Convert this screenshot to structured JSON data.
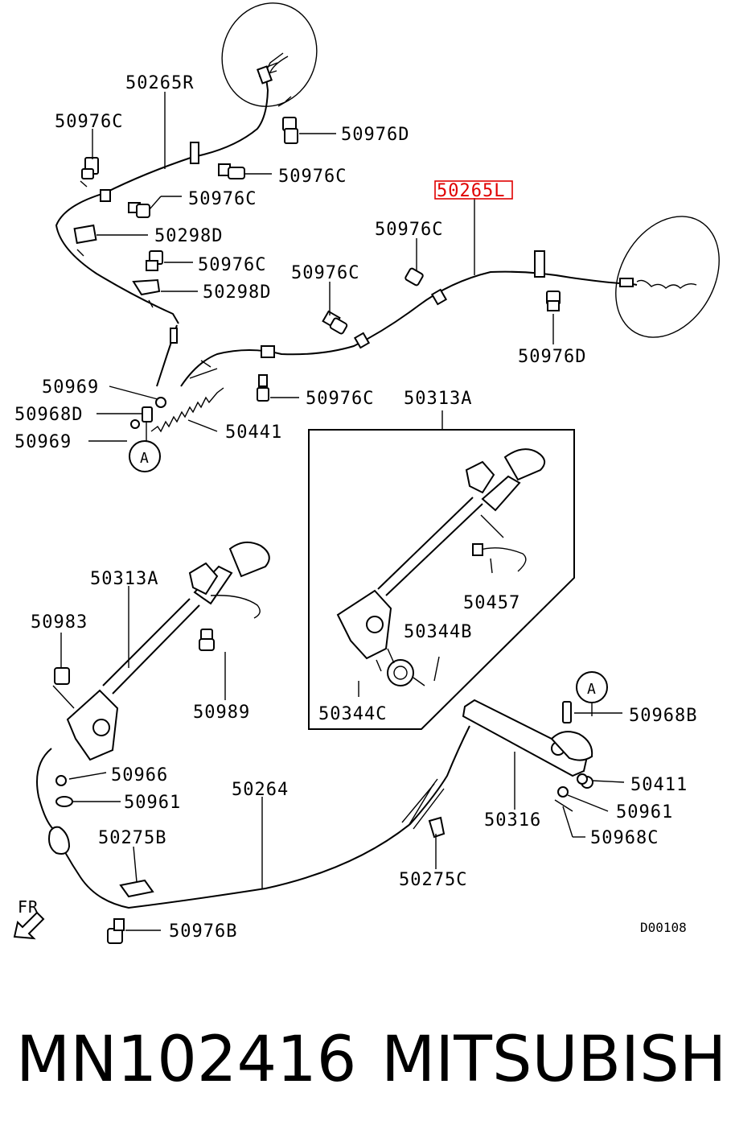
{
  "labels": {
    "l50265R": "50265R",
    "l50976C_a": "50976C",
    "l50976D_a": "50976D",
    "l50976C_b": "50976C",
    "l50976C_c": "50976C",
    "l50298D_a": "50298D",
    "l50976C_d": "50976C",
    "l50298D_b": "50298D",
    "l50265L": "50265L",
    "l50976C_e": "50976C",
    "l50976C_f": "50976C",
    "l50976D_b": "50976D",
    "l50969_a": "50969",
    "l50968D": "50968D",
    "l50969_b": "50969",
    "l50441": "50441",
    "l50976C_g": "50976C",
    "l50313A_a": "50313A",
    "l50457": "50457",
    "l50344B": "50344B",
    "l50344C": "50344C",
    "l50313A_b": "50313A",
    "l50983": "50983",
    "l50989": "50989",
    "l50966": "50966",
    "l50961_a": "50961",
    "l50264": "50264",
    "l50275B": "50275B",
    "l50275C": "50275C",
    "l50976B": "50976B",
    "l50968B": "50968B",
    "l50411": "50411",
    "l50316": "50316",
    "l50961_b": "50961",
    "l50968C": "50968C",
    "refA_top": "A",
    "refA_right": "A",
    "fr": "FR",
    "code": "D00108"
  },
  "highlight_color": "#e00000",
  "caption": {
    "part_number": "MN102416",
    "brand": "MITSUBISHI"
  }
}
